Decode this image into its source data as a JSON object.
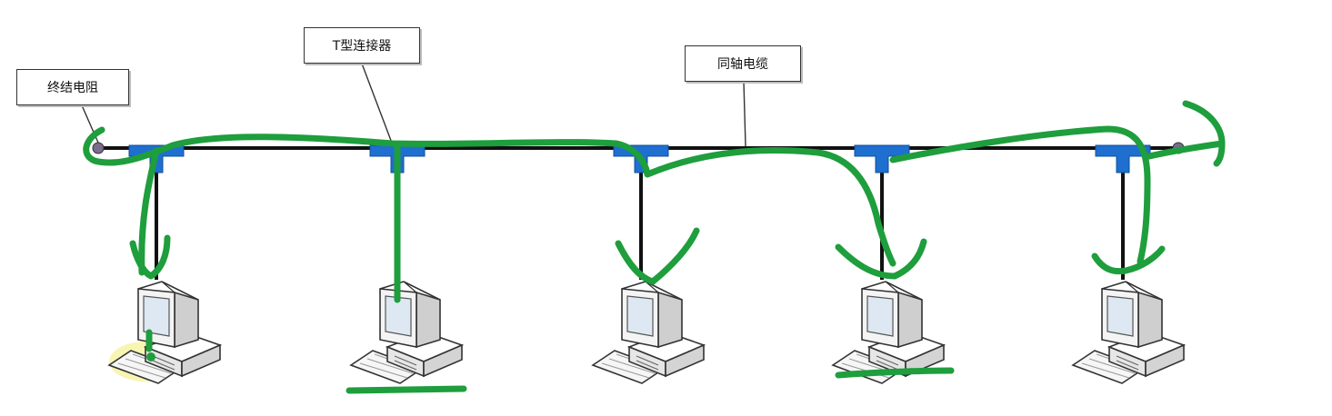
{
  "labels": {
    "terminator": "终结电阻",
    "t_connector": "T型连接器",
    "coaxial_cable": "同轴电缆"
  },
  "computers": [
    {
      "id": "pc-1"
    },
    {
      "id": "pc-2"
    },
    {
      "id": "pc-3"
    },
    {
      "id": "pc-4"
    },
    {
      "id": "pc-5"
    }
  ],
  "colors": {
    "cable": "#111111",
    "t_connector": "#1e6fd0",
    "annotation_stroke": "#1e9e3c",
    "pc_body": "#f4f4f4",
    "pc_outline": "#333333",
    "screen": "#dde8f2",
    "highlight": "#f4f08a"
  }
}
